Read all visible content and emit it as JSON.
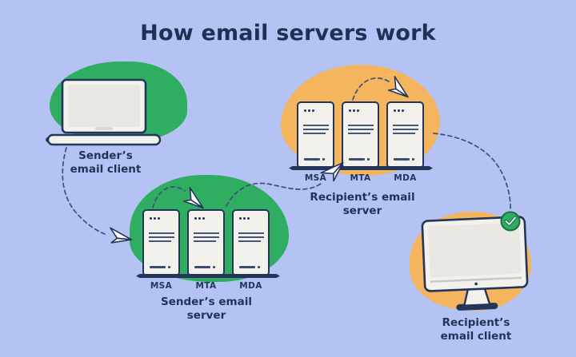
{
  "title": "How email servers work",
  "palette": {
    "background": "#b4c3f3",
    "green_blob": "#2fae62",
    "orange_blob": "#f5b55e",
    "navy_outline": "#24355a",
    "title_text": "#1c3254",
    "dash_line": "#3d5178",
    "device_fill": "#f2f1ec",
    "screen_fill": "#e8e7e2",
    "check_green_dark": "#1e6f41"
  },
  "nodes": {
    "sender_client": {
      "line1": "Sender’s",
      "line2": "email client"
    },
    "sender_server": {
      "line1": "Sender’s email",
      "line2": "server",
      "towers": [
        "MSA",
        "MTA",
        "MDA"
      ]
    },
    "recipient_server": {
      "line1": "Recipient’s email",
      "line2": "server",
      "towers": [
        "MSA",
        "MTA",
        "MDA"
      ]
    },
    "recipient_client": {
      "line1": "Recipient’s",
      "line2": "email client"
    }
  },
  "icons": {
    "laptop": "laptop-icon",
    "monitor": "monitor-icon",
    "server_tower": "server-tower-icon",
    "paper_plane": "paper-plane-icon",
    "check": "check-icon"
  }
}
